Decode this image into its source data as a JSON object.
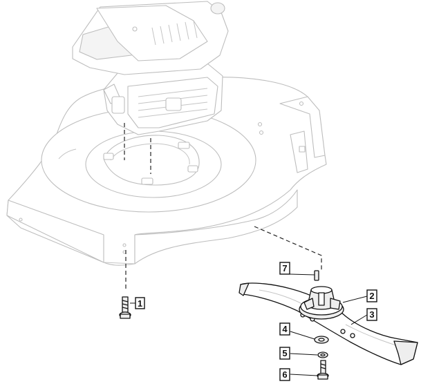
{
  "callouts": [
    {
      "id": "1",
      "label": "1"
    },
    {
      "id": "2",
      "label": "2"
    },
    {
      "id": "3",
      "label": "3"
    },
    {
      "id": "4",
      "label": "4"
    },
    {
      "id": "5",
      "label": "5"
    },
    {
      "id": "6",
      "label": "6"
    },
    {
      "id": "7",
      "label": "7"
    }
  ],
  "colors": {
    "ghost_stroke": "#bdbdbd",
    "part_stroke": "#111111",
    "blade_fill": "#ffffff",
    "part_fill": "#eeeeee",
    "background": "#ffffff"
  }
}
